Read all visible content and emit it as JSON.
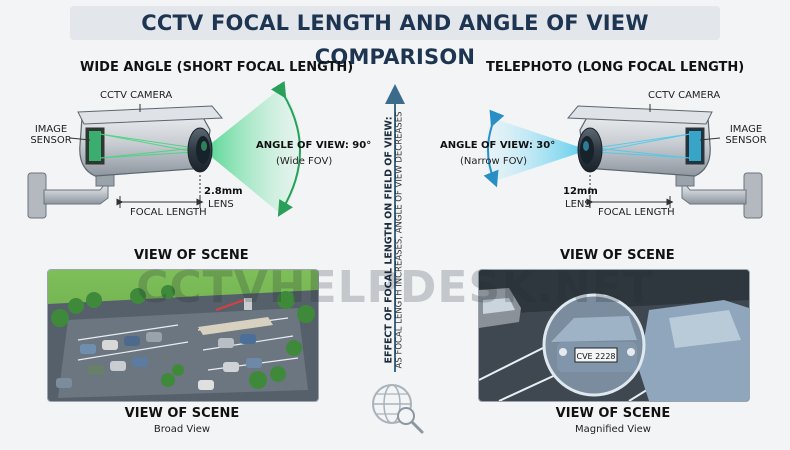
{
  "title": "CCTV FOCAL LENGTH AND ANGLE OF VIEW COMPARISON",
  "left": {
    "heading": "WIDE ANGLE (SHORT FOCAL LENGTH)",
    "camera_label": "CCTV CAMERA",
    "sensor_label_1": "IMAGE",
    "sensor_label_2": "SENSOR",
    "angle_label": "ANGLE OF VIEW: 90°",
    "fov_label": "(Wide FOV)",
    "lens_value": "2.8mm",
    "lens_label": "LENS",
    "focal_length_label": "FOCAL LENGTH",
    "view_heading": "VIEW OF SCENE",
    "caption_title": "VIEW OF SCENE",
    "caption_sub": "Broad View"
  },
  "right": {
    "heading": "TELEPHOTO (LONG FOCAL LENGTH)",
    "camera_label": "CCTV CAMERA",
    "sensor_label_1": "IMAGE",
    "sensor_label_2": "SENSOR",
    "angle_label": "ANGLE OF VIEW: 30°",
    "fov_label": "(Narrow FOV)",
    "lens_value": "12mm",
    "lens_label": "LENS",
    "focal_length_label": "FOCAL LENGTH",
    "view_heading": "VIEW OF SCENE",
    "plate_text": "CVE 2228",
    "caption_title": "VIEW OF SCENE",
    "caption_sub": "Magnified View"
  },
  "center": {
    "effect_title": "EFFECT OF FOCAL LENGTH ON FIELD OF VIEW:",
    "effect_sub": "AS FOCAL LENGTH INCREASES, ANGLE OF VIEW DECREASES"
  },
  "watermark": "CCTVHELPDESK.NET",
  "colors": {
    "title_text": "#1e3552",
    "fov_fill": "#3dd68a",
    "fov_fill_narrow": "#4fc9ea",
    "arrow_green": "#28a05a",
    "arrow_blue": "#2a8fc4",
    "camera_body": "#c8ccd1",
    "lens_dark": "#2f3a44"
  },
  "icons": [
    "globe-search-icon"
  ]
}
